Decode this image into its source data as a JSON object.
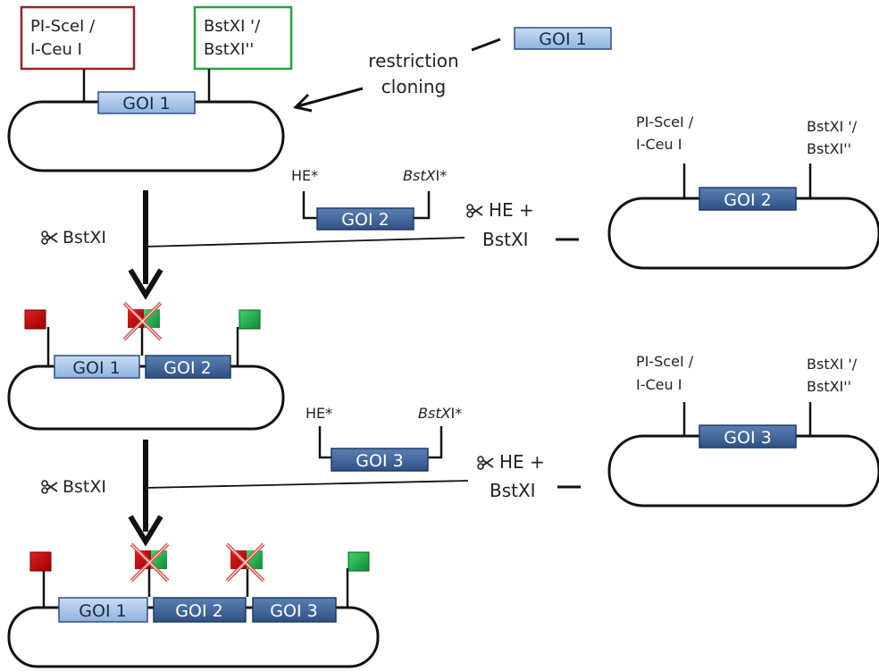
{
  "diagram": {
    "vector_1": {
      "site_left": [
        "PI-SceI /",
        "I-Ceu I"
      ],
      "site_right": [
        "BstXI '/",
        "BstXI''"
      ],
      "insert": "GOI 1"
    },
    "restriction_cloning": {
      "insert": "GOI 1",
      "label": [
        "restriction",
        "cloning"
      ]
    },
    "step_1": {
      "cut_label": "BstXI",
      "fragment": {
        "left": "HE*",
        "right_italic": "BstX",
        "right_suffix": "I*",
        "insert": "GOI 2"
      },
      "enzyme_label": [
        "HE +",
        "BstXI"
      ],
      "donor_vector": {
        "site_left": [
          "PI-SceI /",
          "I-Ceu I"
        ],
        "site_right": [
          "BstXI '/",
          "BstXI''"
        ],
        "insert": "GOI 2"
      },
      "result_inserts": [
        "GOI 1",
        "GOI 2"
      ]
    },
    "step_2": {
      "cut_label": "BstXI",
      "fragment": {
        "left": "HE*",
        "right_italic": "BstX",
        "right_suffix": "I*",
        "insert": "GOI 3"
      },
      "enzyme_label": [
        "HE +",
        "BstXI"
      ],
      "donor_vector": {
        "site_left": [
          "PI-SceI /",
          "I-Ceu I"
        ],
        "site_right": [
          "BstXI '/",
          "BstXI''"
        ],
        "insert": "GOI 3"
      },
      "result_inserts": [
        "GOI 1",
        "GOI 2",
        "GOI 3"
      ]
    },
    "colors": {
      "goi1_fill": "#9dbfe6",
      "goi_dark_fill": "#3f6495",
      "site_left_frame": "#9b2226",
      "site_right_frame": "#23a345",
      "flag_red": "#c00000",
      "flag_green": "#1fa34a",
      "cross": "#d9534f"
    }
  }
}
